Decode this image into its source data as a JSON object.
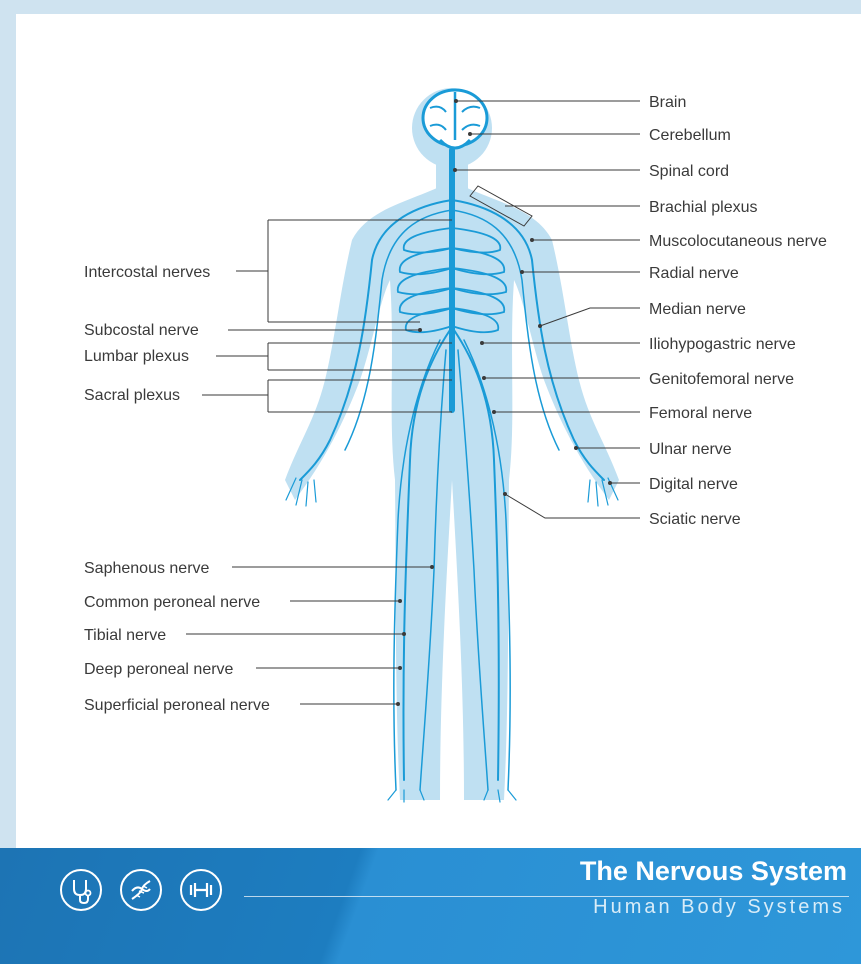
{
  "colors": {
    "nerve": "#1a9bd7",
    "body_silhouette": "#bfe0f2",
    "frame": "#cfe3f0",
    "footer": "#2a8fd3"
  },
  "labels_right": [
    "Brain",
    "Cerebellum",
    "Spinal cord",
    "Brachial plexus",
    "Muscolocutaneous nerve",
    "Radial nerve",
    "Median nerve",
    "Iliohypogastric nerve",
    "Genitofemoral nerve",
    "Femoral nerve",
    "Ulnar nerve",
    "Digital nerve",
    "Sciatic nerve"
  ],
  "labels_left": [
    "Intercostal nerves",
    "Subcostal nerve",
    "Lumbar plexus",
    "Sacral plexus",
    "Saphenous nerve",
    "Common peroneal nerve",
    "Tibial nerve",
    "Deep peroneal nerve",
    "Superficial peroneal nerve"
  ],
  "footer": {
    "title": "The Nervous System",
    "subtitle": "Human Body Systems",
    "icons": [
      "stethoscope-icon",
      "dna-icon",
      "dumbbell-icon"
    ]
  }
}
